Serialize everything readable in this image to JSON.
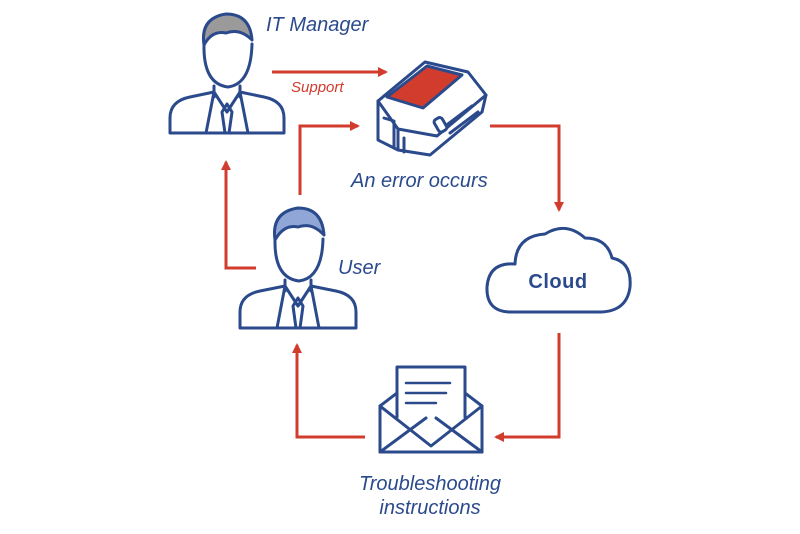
{
  "colors": {
    "navy": "#2b4a8c",
    "red": "#d23c2d",
    "grey": "#9a9a9a",
    "light_blue": "#8fa6d6"
  },
  "labels": {
    "it_manager": "IT Manager",
    "support": "Support",
    "error": "An error occurs",
    "user": "User",
    "cloud": "Cloud",
    "troubleshooting": "Troubleshooting\ninstructions"
  },
  "icons": [
    "it-manager-person-icon",
    "user-person-icon",
    "machine-icon",
    "cloud-icon",
    "envelope-icon"
  ]
}
